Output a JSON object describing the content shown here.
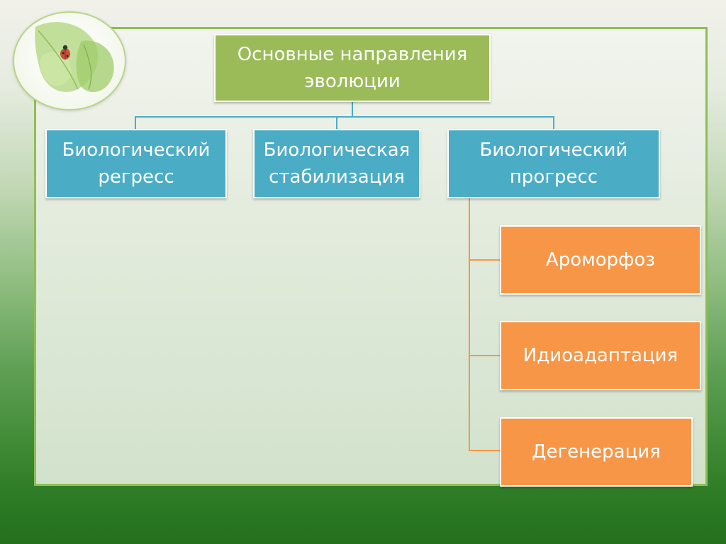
{
  "diagram": {
    "root": "Основные направления эволюции",
    "level1": [
      "Биологический регресс",
      "Биологическая стабилизация",
      "Биологический прогресс"
    ],
    "progress_children": [
      "Ароморфоз",
      "Идиоадаптация",
      "Дегенерация"
    ]
  },
  "colors": {
    "root": "#9bbb59",
    "level1": "#4bacc6",
    "level2": "#f79646"
  },
  "emblem_icon": "leaf-with-ladybug-icon"
}
